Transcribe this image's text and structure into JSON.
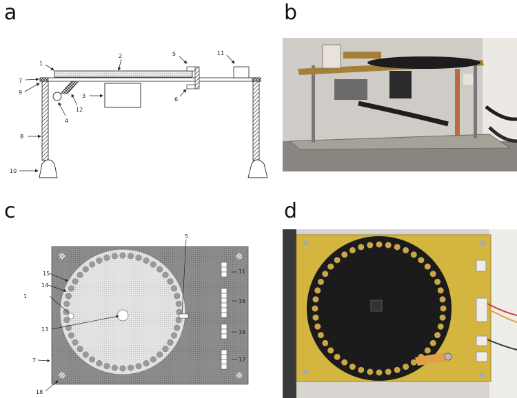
{
  "panels": {
    "a": {
      "letter": "a"
    },
    "b": {
      "letter": "b"
    },
    "c": {
      "letter": "c"
    },
    "d": {
      "letter": "d"
    }
  },
  "diagram_a": {
    "labels": [
      "1",
      "2",
      "3",
      "4",
      "5",
      "6",
      "7",
      "8",
      "9",
      "10",
      "11",
      "12"
    ]
  },
  "diagram_c": {
    "labels": [
      "1",
      "5",
      "7",
      "11",
      "13",
      "14",
      "15",
      "16",
      "16",
      "17",
      "18"
    ]
  },
  "colors": {
    "plate_gray": "#8f8f8f",
    "disk_light": "#e6e6e6",
    "photo_bg": "#c9c4bf",
    "pcb_yellow": "#d6b53a",
    "disk_black": "#1c1c1c"
  }
}
